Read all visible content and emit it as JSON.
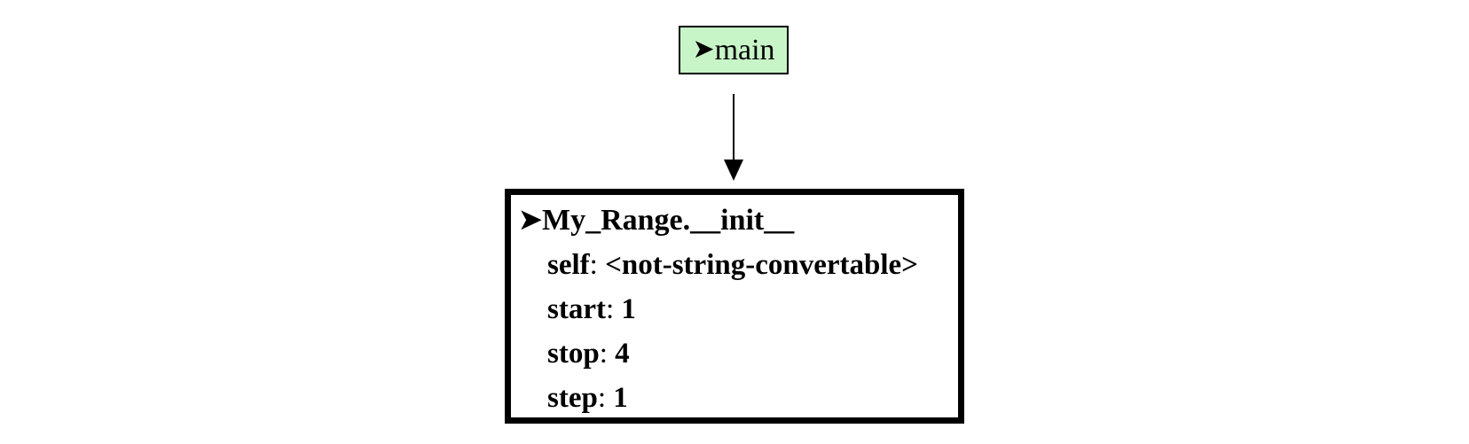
{
  "caller": {
    "marker": "➤",
    "name": "main",
    "fill_color": "#c8f5c8"
  },
  "frame": {
    "marker": "➤",
    "name": "My_Range.__init__",
    "variables": [
      {
        "name": "self",
        "value": "<not-string-convertable>"
      },
      {
        "name": "start",
        "value": "1"
      },
      {
        "name": "stop",
        "value": "4"
      },
      {
        "name": "step",
        "value": "1"
      }
    ]
  }
}
